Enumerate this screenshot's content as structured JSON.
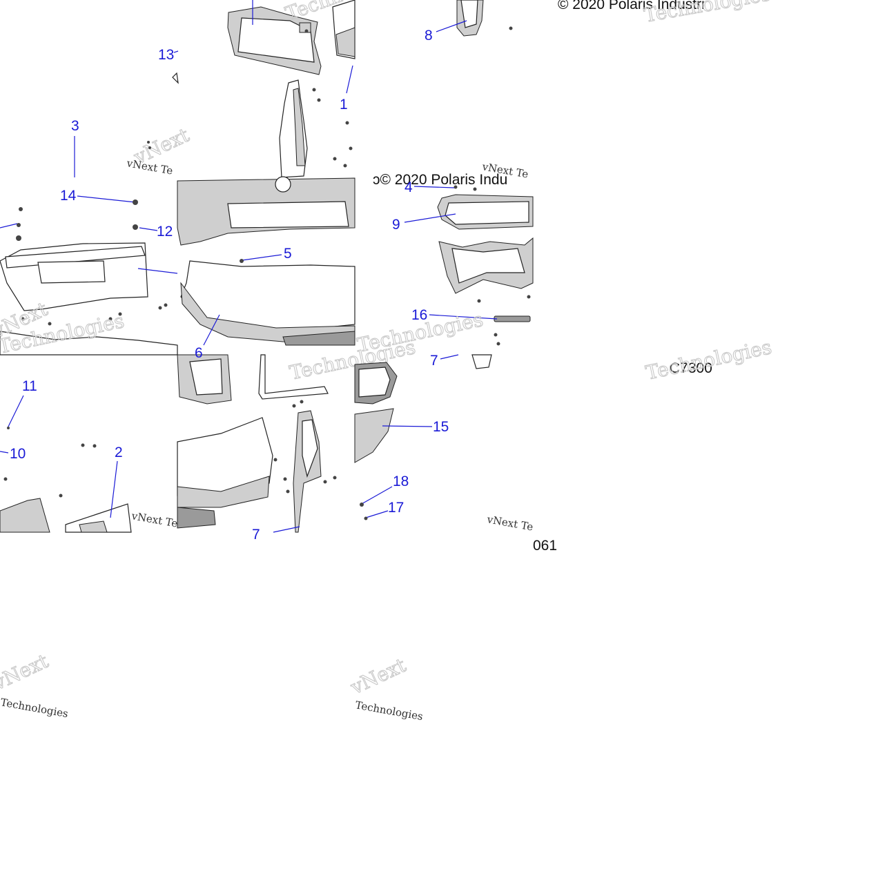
{
  "copyright": "© 2020 Polaris Industri",
  "copyright_fragment": "ɔ© 2020 Polaris Indu",
  "figure_code_a": "C7300",
  "figure_code_b": "061",
  "watermark_brand": "vNext",
  "watermark_word": "Technologies",
  "watermark_short": "vNext Te",
  "callouts": [
    "1",
    "2",
    "3",
    "4",
    "5",
    "6",
    "7",
    "7",
    "8",
    "9",
    "10",
    "11",
    "12",
    "13",
    "14",
    "15",
    "16",
    "17",
    "18"
  ]
}
